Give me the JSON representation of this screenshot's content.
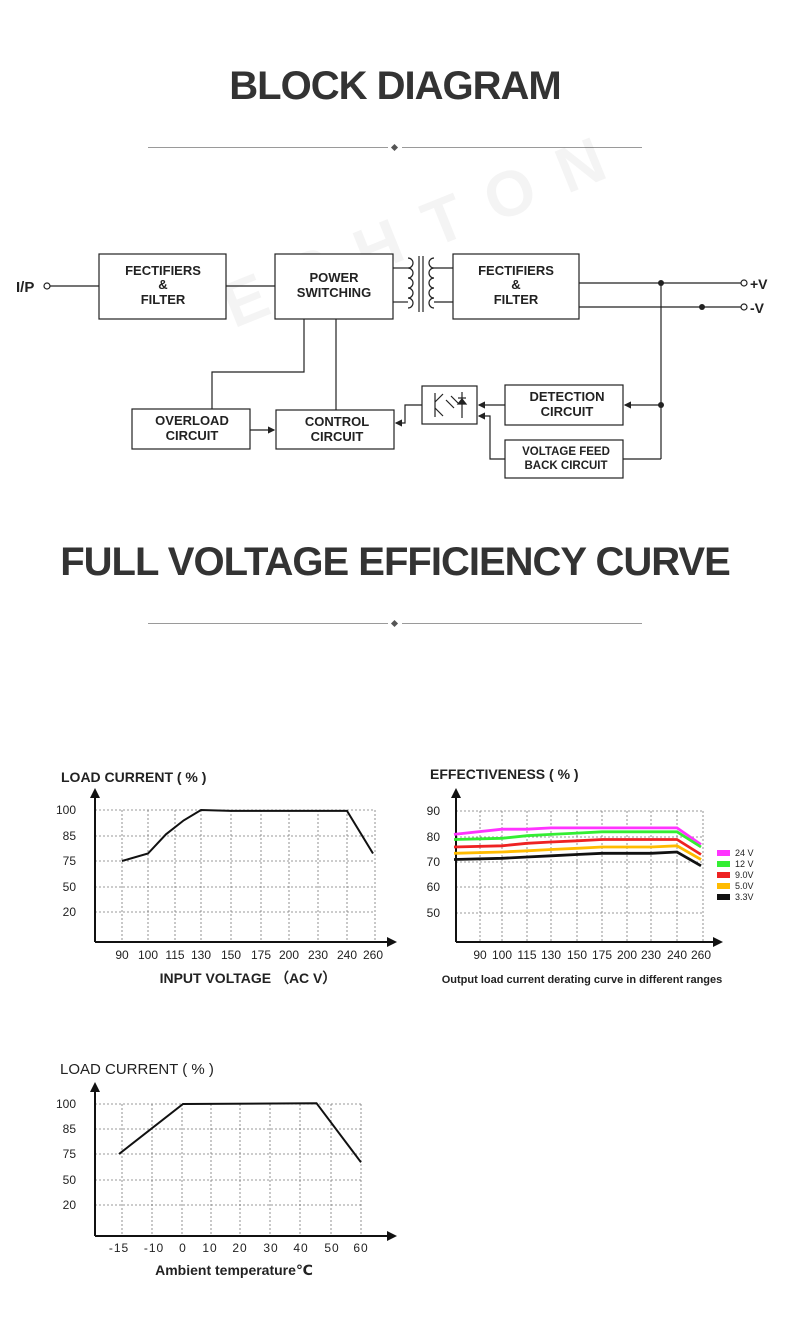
{
  "titles": {
    "block_diagram": "BLOCK DIAGRAM",
    "efficiency": "FULL VOLTAGE EFFICIENCY CURVE"
  },
  "watermark": "ESHTON",
  "block_diagram": {
    "input_label": "I/P",
    "output_plus": "+V",
    "output_minus": "-V",
    "blocks": {
      "rectifier_in": [
        "FECTIFIERS",
        "&",
        "FILTER"
      ],
      "power_switching": [
        "POWER",
        "SWITCHING"
      ],
      "rectifier_out": [
        "FECTIFIERS",
        "&",
        "FILTER"
      ],
      "overload": [
        "OVERLOAD",
        "CIRCUIT"
      ],
      "control": [
        "CONTROL",
        "CIRCUIT"
      ],
      "detection": [
        "DETECTION",
        "CIRCUIT"
      ],
      "voltage_feedback": [
        "VOLTAGE FEED",
        "BACK CIRCUIT"
      ]
    }
  },
  "chart_data": [
    {
      "type": "line",
      "title": "LOAD CURRENT ( % )",
      "xlabel": "INPUT VOLTAGE （AC V）",
      "categories": [
        "90",
        "100",
        "115",
        "130",
        "150",
        "175",
        "200",
        "230",
        "240",
        "260"
      ],
      "y_ticks": [
        100,
        85,
        75,
        50,
        20
      ],
      "series": [
        {
          "points": [
            [
              "90",
              75
            ],
            [
              "100",
              78
            ],
            [
              "110",
              86
            ],
            [
              "120",
              94
            ],
            [
              "130",
              100
            ],
            [
              "150",
              99.5
            ],
            [
              "175",
              99.5
            ],
            [
              "200",
              99.5
            ],
            [
              "230",
              99.5
            ],
            [
              "240",
              99.5
            ],
            [
              "260",
              78
            ]
          ]
        }
      ],
      "grid": true
    },
    {
      "type": "line",
      "title": "EFFECTIVENESS ( % )",
      "xlabel": "Output load current derating curve in different ranges",
      "categories": [
        "90",
        "100",
        "115",
        "130",
        "150",
        "175",
        "200",
        "230",
        "240",
        "260"
      ],
      "y_ticks": [
        90,
        80,
        70,
        60,
        50
      ],
      "ylim": [
        40,
        90
      ],
      "legend_position": "right",
      "grid": true,
      "series": [
        {
          "name": "24 V",
          "color": "#ff33ff",
          "x": [
            80,
            100,
            115,
            130,
            150,
            175,
            200,
            230,
            240,
            260
          ],
          "values": [
            81,
            83,
            83,
            83.5,
            83.5,
            83.5,
            83.5,
            83.5,
            83.5,
            77
          ]
        },
        {
          "name": "12 V",
          "color": "#33ee33",
          "x": [
            80,
            100,
            115,
            130,
            150,
            175,
            200,
            230,
            240,
            260
          ],
          "values": [
            79,
            79.5,
            80.5,
            81,
            81.5,
            82,
            82,
            82,
            82,
            76
          ]
        },
        {
          "name": "9.0V",
          "color": "#ee2222",
          "x": [
            80,
            100,
            115,
            130,
            150,
            175,
            200,
            230,
            240,
            260
          ],
          "values": [
            76,
            76.5,
            77.5,
            78,
            78.5,
            79,
            79,
            79,
            79,
            73
          ]
        },
        {
          "name": "5.0V",
          "color": "#ffbb00",
          "x": [
            80,
            100,
            115,
            130,
            150,
            175,
            200,
            230,
            240,
            260
          ],
          "values": [
            73.5,
            74,
            74.5,
            75,
            75.5,
            76,
            76,
            76,
            76.5,
            71
          ]
        },
        {
          "name": "3.3V",
          "color": "#111111",
          "x": [
            80,
            100,
            115,
            130,
            150,
            175,
            200,
            230,
            240,
            260
          ],
          "values": [
            71,
            71.5,
            72,
            72.5,
            73,
            73.5,
            73.5,
            73.5,
            74,
            68.5
          ]
        }
      ]
    },
    {
      "type": "line",
      "title": "LOAD CURRENT ( % )",
      "xlabel": "Ambient temperature℃",
      "categories": [
        "-15",
        "-10",
        "0",
        "10",
        "20",
        "30",
        "40",
        "50",
        "60"
      ],
      "y_ticks": [
        100,
        85,
        75,
        50,
        20
      ],
      "grid": true,
      "series": [
        {
          "points": [
            [
              "-15",
              75
            ],
            [
              "0",
              100
            ],
            [
              "45",
              100.5
            ],
            [
              "60",
              67
            ]
          ]
        }
      ]
    }
  ]
}
